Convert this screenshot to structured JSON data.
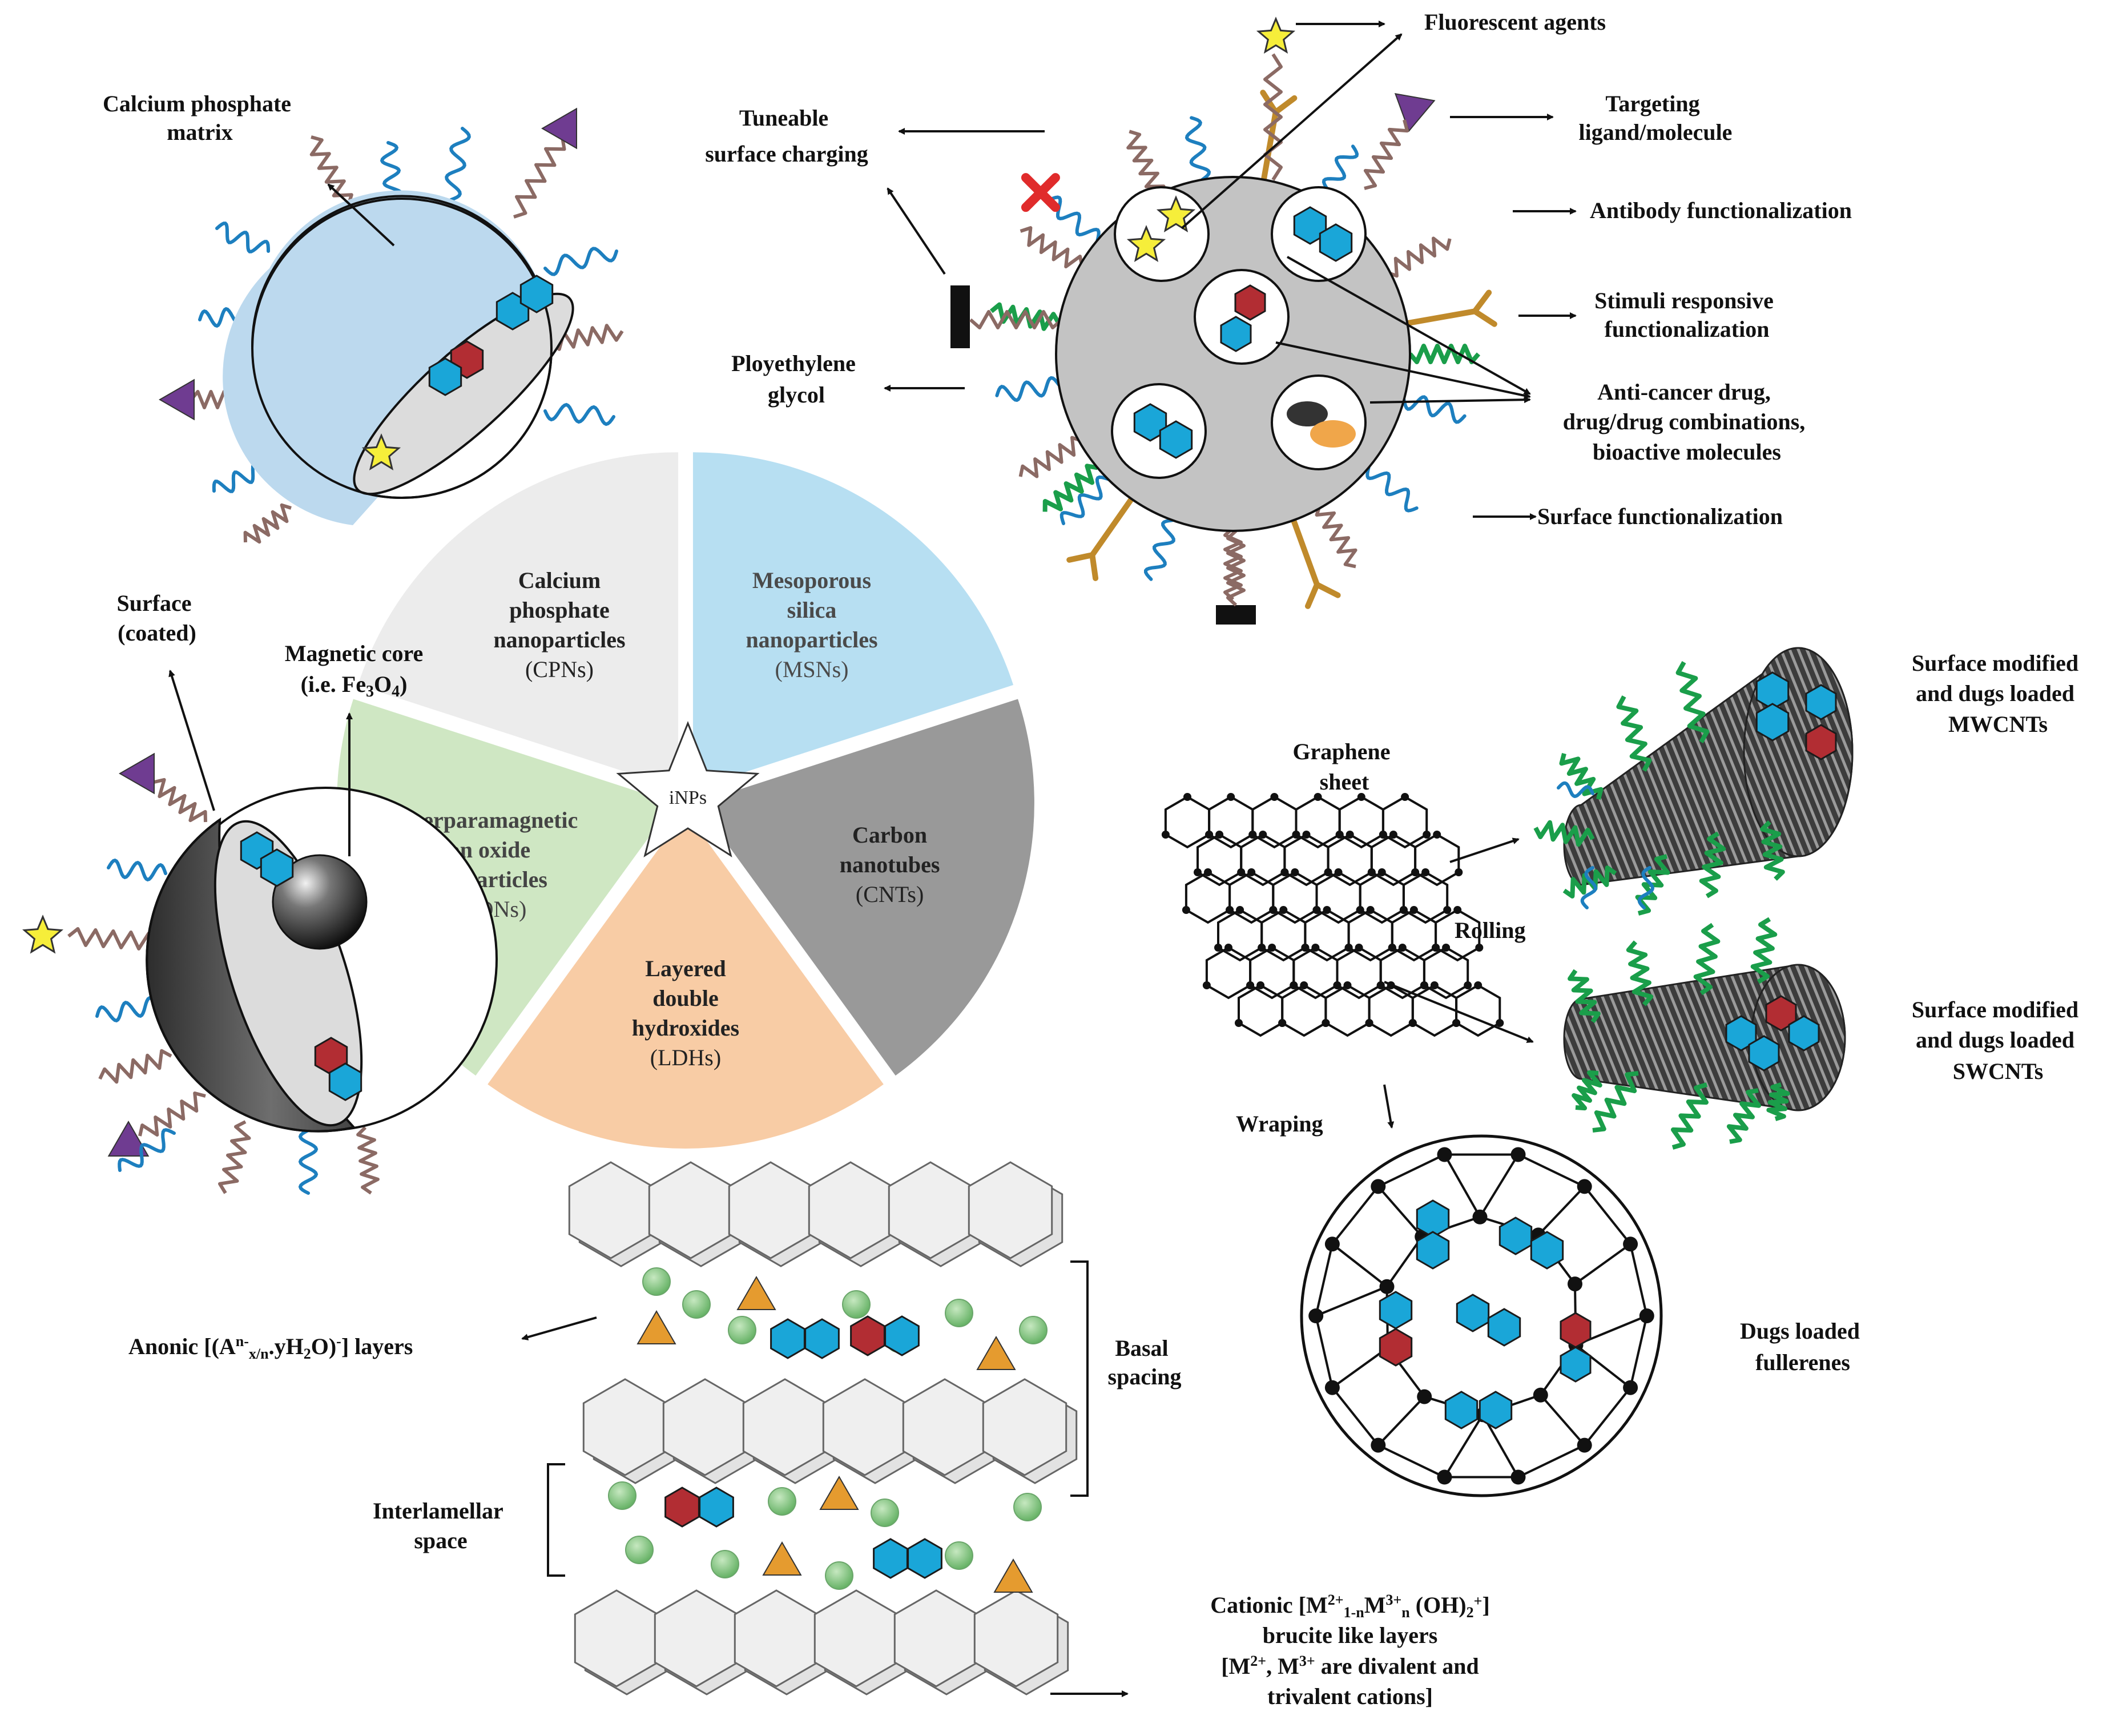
{
  "center": {
    "star_label": "iNPs",
    "sectors": [
      {
        "id": "cpn",
        "lines": [
          "Calcium",
          "phosphate",
          "nanoparticles"
        ],
        "abbr": "(CPNs)",
        "color": "#ececec",
        "text_color": "#222222"
      },
      {
        "id": "msn",
        "lines": [
          "Mesoporous",
          "silica",
          "nanoparticles"
        ],
        "abbr": "(MSNs)",
        "color": "#b7dff2",
        "text_color": "#4a4a4a"
      },
      {
        "id": "cnt",
        "lines": [
          "Carbon",
          "nanotubes"
        ],
        "abbr": "(CNTs)",
        "color": "#999999",
        "text_color": "#222222"
      },
      {
        "id": "ldh",
        "lines": [
          "Layered",
          "double",
          "hydroxides"
        ],
        "abbr": "(LDHs)",
        "color": "#f8cca5",
        "text_color": "#222222"
      },
      {
        "id": "spion",
        "lines": [
          "Superparamagnetic",
          "iron oxide",
          "nanoparticles"
        ],
        "abbr": "(SPIONs)",
        "color": "#cfe7c3",
        "text_color": "#444444"
      }
    ]
  },
  "calcium_phosphate": {
    "matrix_label": [
      "Calcium phosphate",
      "matrix"
    ]
  },
  "msn": {
    "fluorescent": "Fluorescent agents",
    "targeting": [
      "Targeting",
      "ligand/molecule"
    ],
    "antibody": "Antibody functionalization",
    "stimuli": [
      "Stimuli responsive",
      "functionalization"
    ],
    "drug": [
      "Anti-cancer drug,",
      "drug/drug combinations,",
      "bioactive molecules"
    ],
    "surface": "Surface functionalization",
    "charging": [
      "Tuneable",
      "surface charging"
    ],
    "peg": [
      "Ployethylene",
      "glycol"
    ]
  },
  "spion": {
    "surface": [
      "Surface",
      "(coated)"
    ],
    "core_line1": "Magnetic core",
    "core_line2_prefix": "(i.e. Fe",
    "core_sub1": "3",
    "core_mid": "O",
    "core_sub2": "4",
    "core_suffix": ")"
  },
  "cnt": {
    "graphene": [
      "Graphene",
      "sheet"
    ],
    "rolling": "Rolling",
    "wraping": "Wraping",
    "mwcnt": [
      "Surface modified",
      "and dugs loaded",
      "MWCNTs"
    ],
    "swcnt": [
      "Surface modified",
      "and dugs loaded",
      "SWCNTs"
    ],
    "fullerene": [
      "Dugs loaded",
      "fullerenes"
    ]
  },
  "ldh": {
    "anionic_prefix": "Anonic [(A",
    "anionic_sup": "n-",
    "anionic_sub": "x/n",
    "anionic_mid": ".yH",
    "anionic_sub2": "2",
    "anionic_end": "O)",
    "anionic_sup2": "-",
    "anionic_tail": "] layers",
    "basal": [
      "Basal",
      "spacing"
    ],
    "interlamellar": [
      "Interlamellar",
      "space"
    ],
    "cationic_l1_a": "Cationic [M",
    "cationic_l1_sup1": "2+",
    "cationic_l1_sub1": "1-n",
    "cationic_l1_b": "M",
    "cationic_l1_sup2": "3+",
    "cationic_l1_sub2": "n",
    "cationic_l1_c": " (OH)",
    "cationic_l1_sub3": "2",
    "cationic_l1_sup3": "+",
    "cationic_l1_d": "]",
    "cationic_l2": "brucite like layers",
    "cationic_l3_a": "[M",
    "cationic_l3_sup1": "2+",
    "cationic_l3_b": ", M",
    "cationic_l3_sup2": "3+",
    "cationic_l3_c": " are divalent and",
    "cationic_l4": "trivalent cations]"
  },
  "colors": {
    "drug_blue": "#1aa6d8",
    "drug_red": "#b22d33",
    "star_yellow": "#f6ee3a",
    "ligand_purple": "#6f3c91",
    "antibody_gold": "#c08a2b",
    "stimuli_green": "#1a9e4a",
    "wave_blue": "#1d7fbf",
    "spring_brown": "#8b6a64"
  }
}
